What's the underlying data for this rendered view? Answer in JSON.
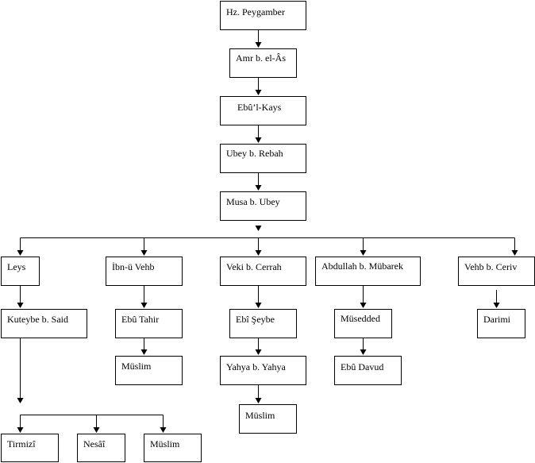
{
  "diagram": {
    "nodes": {
      "hz_peygamber": "Hz. Peygamber",
      "amr": "Amr b. el-Âs",
      "ebul_kays": "Ebû’l-Kays",
      "ubey_rebah": "Ubey b. Rebah",
      "musa_ubey": "Musa b. Ubey",
      "leys": "Leys",
      "ibnu_vehb": "İbn-ü Vehb",
      "veki_cerrah": "Veki b. Cerrah",
      "abdullah_mubarek": "Abdullah b. Mübarek",
      "vehb_ceriv": "Vehb b. Ceriv",
      "kuteybe_said": "Kuteybe b. Said",
      "ebu_tahir": "Ebû Tahir",
      "ebi_seybe": "Ebî Şeybe",
      "musedded": "Müsedded",
      "darimi": "Darimi",
      "muslim_1": "Müslim",
      "yahya_yahya": "Yahya b. Yahya",
      "ebu_davud": "Ebû Davud",
      "muslim_2": "Müslim",
      "tirmizi": "Tirmizî",
      "nesai": "Nesâî",
      "muslim_3": "Müslim"
    }
  }
}
